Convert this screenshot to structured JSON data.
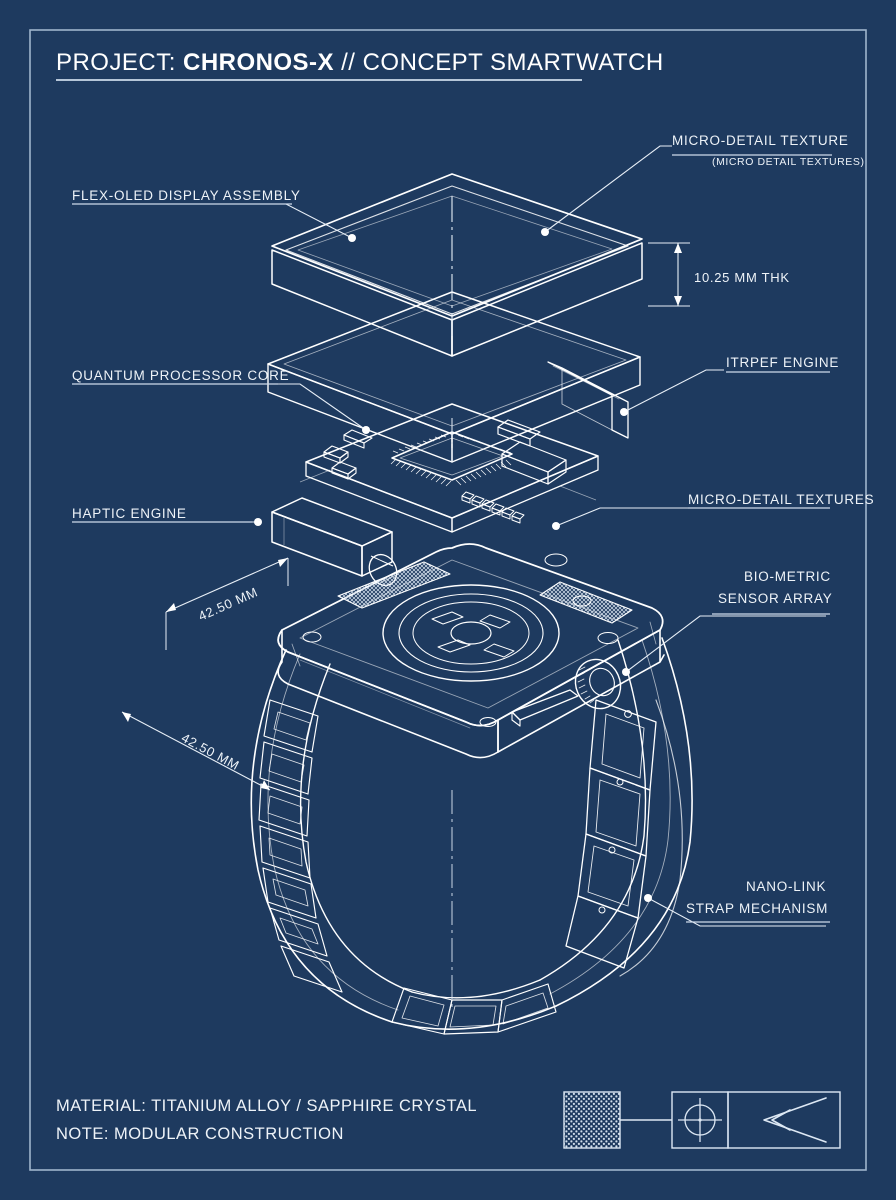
{
  "document": {
    "kind": "technical-blueprint",
    "background_color": "#1e3a5f",
    "ink_color": "#ffffff",
    "title_prefix": "PROJECT: ",
    "title_code": "CHRONOS-X",
    "title_suffix": " // CONCEPT SMARTWATCH"
  },
  "callouts": {
    "display": "FLEX-OLED DISPLAY ASSEMBLY",
    "processor": "QUANTUM PROCESSOR CORE",
    "haptic": "HAPTIC ENGINE",
    "micro_texture_title": "MICRO-DETAIL TEXTURE",
    "micro_texture_sub": "(MICRO DETAIL TEXTURES)",
    "haptic_right": "ITRPEF ENGINE",
    "micro_textures": "MICRO-DETAIL TEXTURES",
    "biometric_line1": "BIO-METRIC",
    "biometric_line2": "SENSOR ARRAY",
    "strap_line1": "NANO-LINK",
    "strap_line2": "STRAP MECHANISM"
  },
  "dimensions": {
    "thickness": "10.25 MM THK",
    "width_upper": "42.50 MM",
    "width_lower": "42.50 MM"
  },
  "footer": {
    "material": "MATERIAL: TITANIUM ALLOY / SAPPHIRE CRYSTAL",
    "note": "NOTE: MODULAR CONSTRUCTION",
    "icons": [
      {
        "name": "texture-swatch-icon"
      },
      {
        "name": "crosshair-target-icon"
      },
      {
        "name": "left-arrow-icon"
      }
    ]
  }
}
